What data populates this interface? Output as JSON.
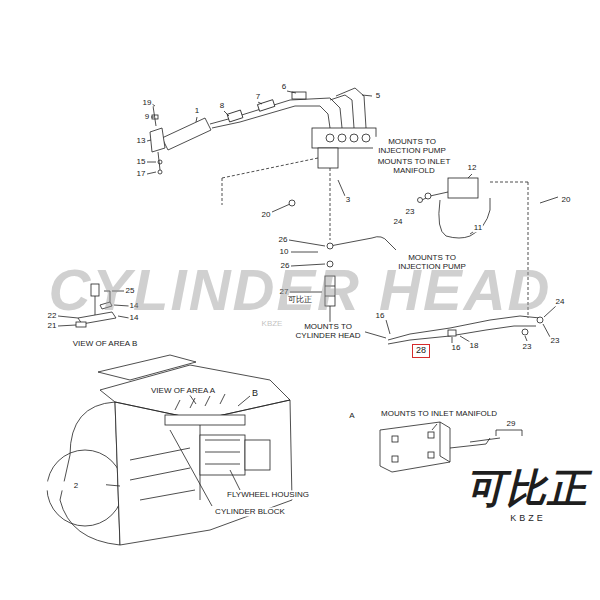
{
  "diagram": {
    "nodes": [
      {
        "text": [
          "28"
        ]
      }
    ],
    "labels": [
      "19",
      "9",
      "13",
      "15",
      "17",
      "1",
      "8",
      "7",
      "6",
      "5",
      "MOUNTS TO INJECTION PUMP",
      "MOUNTS TO INLET MANIFOLD",
      "12",
      "20",
      "3",
      "23",
      "24",
      "20",
      "11",
      "26",
      "10",
      "26",
      "MOUNTS TO INJECTION PUMP",
      "25",
      "14",
      "14",
      "22",
      "21",
      "27",
      "MOUNTS TO CYLINDER HEAD",
      "16",
      "16",
      "18",
      "24",
      "23",
      "23",
      "VIEW OF AREA B",
      "VIEW OF AREA A",
      "B",
      "A",
      "MOUNTS TO INLET MANIFOLD",
      "29",
      "2",
      "FLYWHEEL HOUSING",
      "CYLINDER BLOCK",
      "CYLINDER HEAD",
      "KBZE",
      "可比正",
      "KBZE",
      "可比正"
    ]
  }
}
